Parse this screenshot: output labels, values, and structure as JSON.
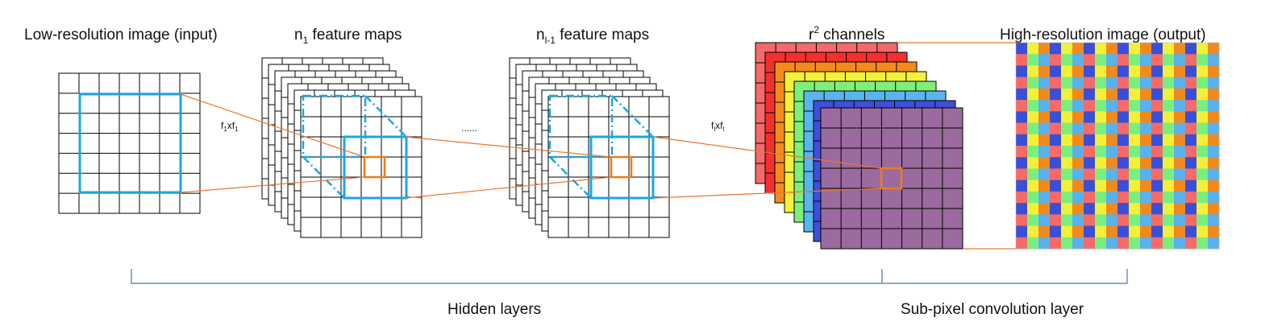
{
  "labels": {
    "input": "Low-resolution image (input)",
    "n1": "n",
    "n1_sub": "1",
    "n1_rest": " feature maps",
    "nl1": "n",
    "nl1_sub": "l-1",
    "nl1_rest": " feature maps",
    "r2": "r",
    "r2_sup": "2",
    "r2_rest": " channels",
    "output": "High-resolution image (output)",
    "filter1_a": "f",
    "filter1_a_sub": "1",
    "filter1_b": "xf",
    "filter1_b_sub": "1",
    "filterl_a": "f",
    "filterl_a_sub": "l",
    "filterl_b": "xf",
    "filterl_b_sub": "l",
    "ellipsis": "......",
    "hidden": "Hidden layers",
    "subpixel": "Sub-pixel convolution layer"
  },
  "colors": {
    "kernel_blue": "#1aa7e0",
    "patch_orange": "#f07a1a",
    "connector": "#e8772e",
    "brace": "#4a72c4",
    "purple": "#9b6a9e",
    "channels": [
      "#f46a6a",
      "#f23030",
      "#f58a1a",
      "#f5f03a",
      "#7ef07a",
      "#5ab4ee",
      "#3f4fd8"
    ],
    "output_palette": [
      "#3b4fd6",
      "#f2f03a",
      "#f08a1e",
      "#f56a6a",
      "#7bef7e",
      "#5ab1ec"
    ]
  }
}
